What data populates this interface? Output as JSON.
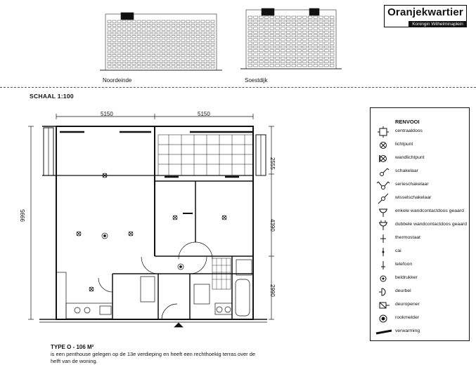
{
  "brand": {
    "title": "Oranjekwartier",
    "subtitle": "Koningin Wilhelminaplein"
  },
  "elevations": [
    {
      "label": "Noordeinde"
    },
    {
      "label": "Soestdijk"
    }
  ],
  "scale": "SCHAAL 1:100",
  "dimensions": {
    "top_left": "5150",
    "top_right": "5150",
    "left_height": "9995",
    "right_top": "2555",
    "right_mid": "4390",
    "right_bottom": "2990"
  },
  "legend": {
    "title": "RENVOOI",
    "items": [
      {
        "label": "centraaldoos",
        "icon": "junction-box-icon"
      },
      {
        "label": "lichtpunt",
        "icon": "light-point-icon"
      },
      {
        "label": "wandlichtpunt",
        "icon": "wall-light-icon"
      },
      {
        "label": "schakelaar",
        "icon": "switch-icon"
      },
      {
        "label": "serieschakelaar",
        "icon": "series-switch-icon"
      },
      {
        "label": "wisselschakelaar",
        "icon": "two-way-switch-icon"
      },
      {
        "label": "enkele wandcontactdoos geaard",
        "icon": "single-socket-icon"
      },
      {
        "label": "dubbele wandcontactdoos geaard",
        "icon": "double-socket-icon"
      },
      {
        "label": "thermostaat",
        "icon": "thermostat-icon"
      },
      {
        "label": "cai",
        "icon": "cable-tv-icon"
      },
      {
        "label": "telefoon",
        "icon": "phone-outlet-icon"
      },
      {
        "label": "beldrukker",
        "icon": "bell-push-icon"
      },
      {
        "label": "deurbel",
        "icon": "doorbell-icon"
      },
      {
        "label": "deuropener",
        "icon": "door-opener-icon"
      },
      {
        "label": "rookmelder",
        "icon": "smoke-detector-icon"
      },
      {
        "label": "verwarming",
        "icon": "heating-icon"
      }
    ]
  },
  "type": {
    "title": "TYPE O - 106 M²",
    "description": "is een penthouse gelegen op de 13e verdieping en heeft een rechthoekig terras over de helft van de woning."
  }
}
